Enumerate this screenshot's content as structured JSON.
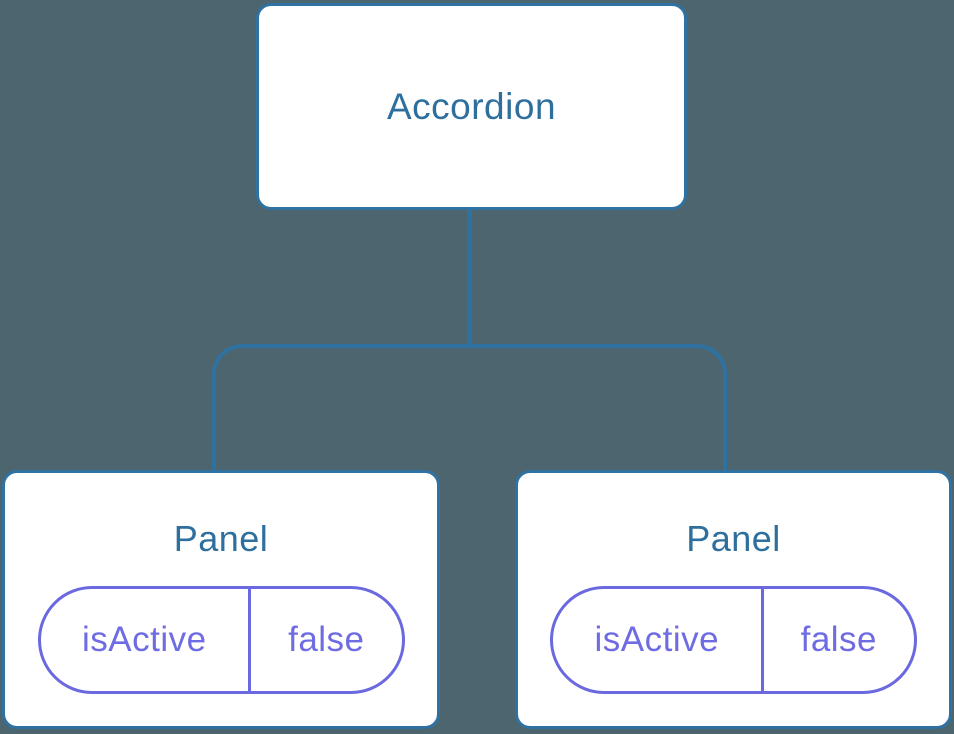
{
  "diagram": {
    "root": {
      "label": "Accordion"
    },
    "children": [
      {
        "label": "Panel",
        "state": {
          "key": "isActive",
          "value": "false"
        }
      },
      {
        "label": "Panel",
        "state": {
          "key": "isActive",
          "value": "false"
        }
      }
    ],
    "colors": {
      "background": "#4C656F",
      "node_fill": "#FFFFFF",
      "node_border": "#2F71A0",
      "node_text": "#2E6F9D",
      "connector": "#2F71A0",
      "state_border": "#6B69DF",
      "state_text": "#6F6CE3"
    }
  }
}
